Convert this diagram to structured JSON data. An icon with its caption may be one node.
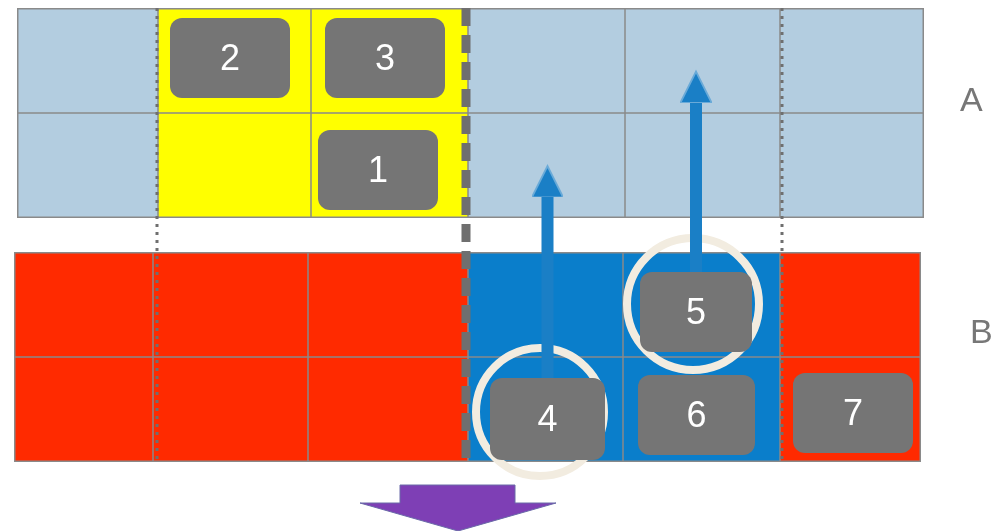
{
  "diagram": {
    "nodes": [
      {
        "text": [
          "A"
        ]
      },
      {
        "text": [
          "2"
        ],
        "in": 0
      },
      {
        "text": [
          "3"
        ],
        "in": 0
      },
      {
        "text": [
          "1"
        ],
        "in": 0
      },
      {
        "text": [
          "B"
        ]
      },
      {
        "text": [
          "5"
        ],
        "in": 4
      },
      {
        "text": [
          "4"
        ],
        "in": 4
      },
      {
        "text": [
          "6"
        ],
        "in": 4
      },
      {
        "text": [
          "7"
        ],
        "in": 4
      }
    ],
    "edges": [
      {
        "from": 6,
        "to": 0,
        "arrow": "to"
      },
      {
        "from": 5,
        "to": 0,
        "arrow": "to"
      }
    ]
  }
}
